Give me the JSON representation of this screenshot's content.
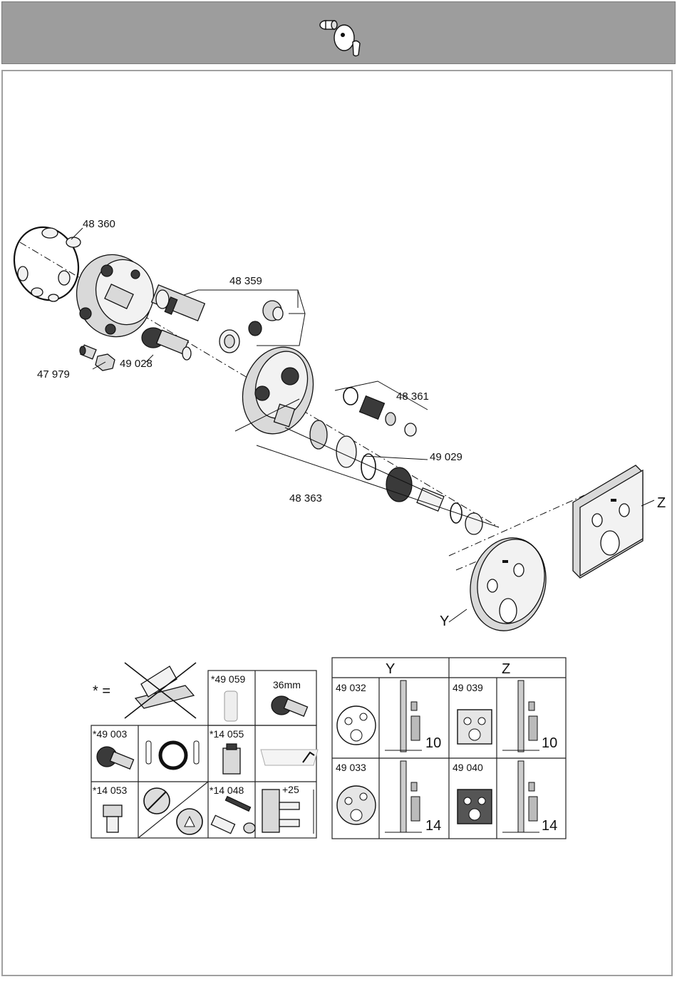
{
  "parts": {
    "p48360": "48 360",
    "p48359": "48 359",
    "p47979": "47 979",
    "p49028": "49 028",
    "p48361": "48 361",
    "p49029": "49 029",
    "p48363": "48 363"
  },
  "variants": {
    "y": "Y",
    "z": "Z"
  },
  "accessories": {
    "star_equals": "* =",
    "a49059": "*49 059",
    "size_36mm": "36mm",
    "a49003": "*49 003",
    "a14055": "*14 055",
    "a14053": "*14 053",
    "a14048": "*14 048",
    "plus25": "+25"
  },
  "trims": {
    "col_y": "Y",
    "col_z": "Z",
    "t49032": "49 032",
    "t49039": "49 039",
    "t49033": "49 033",
    "t49040": "49 040",
    "d10a": "10",
    "d10b": "10",
    "d14a": "14",
    "d14b": "14"
  }
}
